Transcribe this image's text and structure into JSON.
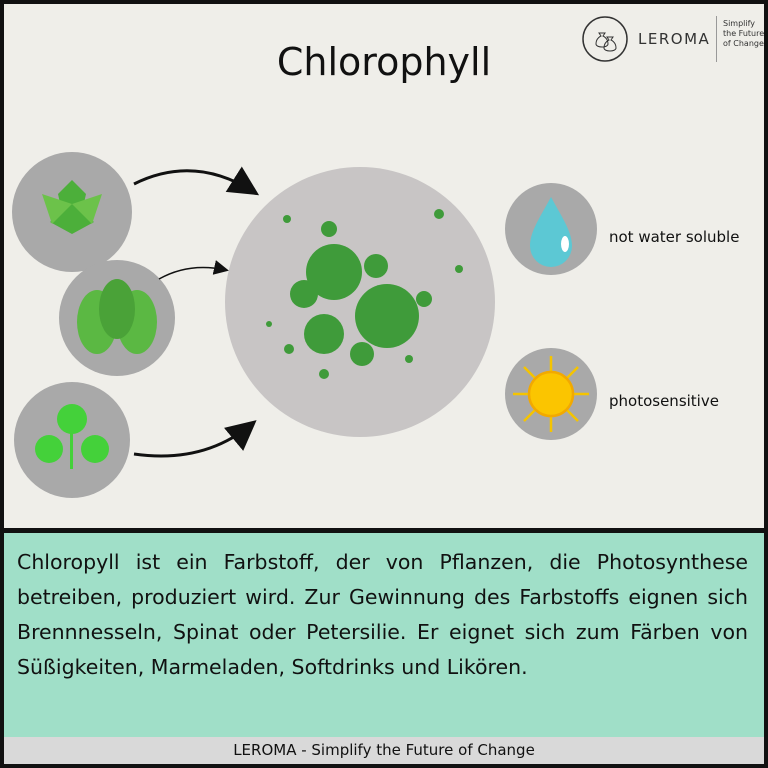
{
  "title": "Chlorophyll",
  "logo": {
    "name": "LEROMA",
    "tagline": [
      "Simplify",
      "the Future",
      "of Change"
    ]
  },
  "properties": [
    {
      "icon": "water-drop-icon",
      "label": "not water soluble"
    },
    {
      "icon": "sun-icon",
      "label": "photosensitive"
    }
  ],
  "plants": [
    "nettle-icon",
    "spinach-icon",
    "parsley-icon"
  ],
  "description": "Chloropyll ist ein Farbstoff, der von Pflanzen, die Photosynthese betreiben, produziert wird. Zur Gewinnung des Farbstoffs eignen sich Brennnesseln, Spinat oder Petersilie. Er eignet sich zum Färben von Süßigkeiten, Marmeladen, Softdrinks und Likören.",
  "footer": "LEROMA - Simplify the Future of Change",
  "colors": {
    "green": "#3f9b3a",
    "panel": "#a0dfc8",
    "circle": "#a9a9a9"
  }
}
